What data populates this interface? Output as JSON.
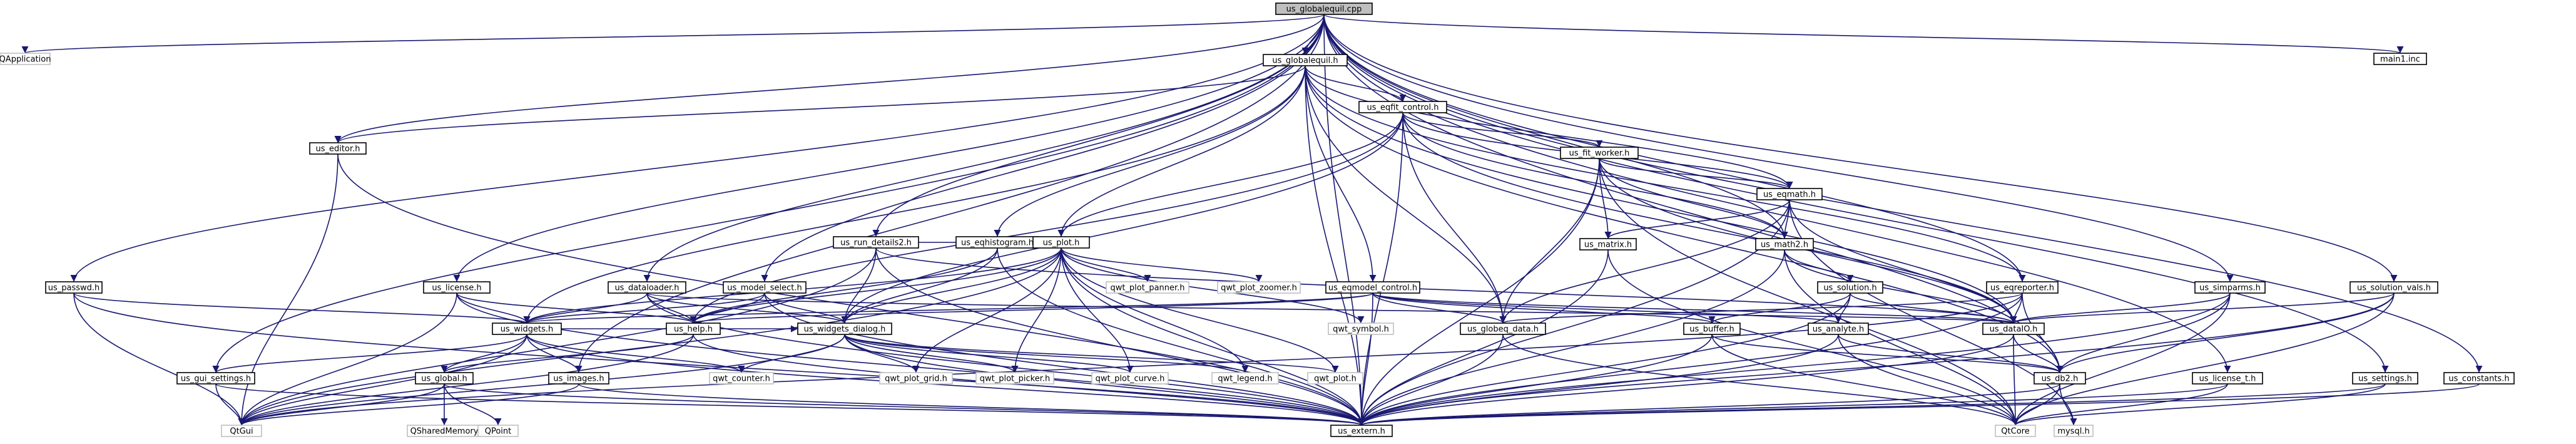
{
  "graph": {
    "edge_color": "#191970",
    "root_fill": "#bfbfbf",
    "external_border": "#bfbfbf",
    "nodes": [
      {
        "id": "root",
        "label": "us_globalequil.cpp",
        "kind": "root"
      },
      {
        "id": "QApplication",
        "label": "QApplication",
        "kind": "external"
      },
      {
        "id": "glob_h",
        "label": "us_globalequil.h",
        "kind": "linked"
      },
      {
        "id": "main1",
        "label": "main1.inc",
        "kind": "linked"
      },
      {
        "id": "editor",
        "label": "us_editor.h",
        "kind": "linked"
      },
      {
        "id": "eqfit",
        "label": "us_eqfit_control.h",
        "kind": "linked"
      },
      {
        "id": "fitworker",
        "label": "us_fit_worker.h",
        "kind": "linked"
      },
      {
        "id": "eqmath",
        "label": "us_eqmath.h",
        "kind": "linked"
      },
      {
        "id": "math2",
        "label": "us_math2.h",
        "kind": "linked"
      },
      {
        "id": "matrix",
        "label": "us_matrix.h",
        "kind": "linked"
      },
      {
        "id": "eqhisto",
        "label": "us_eqhistogram.h",
        "kind": "linked"
      },
      {
        "id": "rundet",
        "label": "us_run_details2.h",
        "kind": "linked"
      },
      {
        "id": "plot",
        "label": "us_plot.h",
        "kind": "linked"
      },
      {
        "id": "password",
        "label": "us_passwd.h",
        "kind": "linked"
      },
      {
        "id": "license",
        "label": "us_license.h",
        "kind": "linked"
      },
      {
        "id": "dataloader",
        "label": "us_dataloader.h",
        "kind": "linked"
      },
      {
        "id": "modelsel",
        "label": "us_model_select.h",
        "kind": "linked"
      },
      {
        "id": "eqmodel",
        "label": "us_eqmodel_control.h",
        "kind": "linked"
      },
      {
        "id": "solution",
        "label": "us_solution.h",
        "kind": "linked"
      },
      {
        "id": "eqreporter",
        "label": "us_eqreporter.h",
        "kind": "linked"
      },
      {
        "id": "simparms",
        "label": "us_simparms.h",
        "kind": "linked"
      },
      {
        "id": "solvals",
        "label": "us_solution_vals.h",
        "kind": "linked"
      },
      {
        "id": "widgets",
        "label": "us_widgets.h",
        "kind": "linked"
      },
      {
        "id": "help",
        "label": "us_help.h",
        "kind": "linked"
      },
      {
        "id": "wdialog",
        "label": "us_widgets_dialog.h",
        "kind": "linked"
      },
      {
        "id": "panner",
        "label": "qwt_plot_panner.h",
        "kind": "external"
      },
      {
        "id": "zoomer",
        "label": "qwt_plot_zoomer.h",
        "kind": "external"
      },
      {
        "id": "symbol",
        "label": "qwt_symbol.h",
        "kind": "external"
      },
      {
        "id": "globeq",
        "label": "us_globeq_data.h",
        "kind": "linked"
      },
      {
        "id": "buffer",
        "label": "us_buffer.h",
        "kind": "linked"
      },
      {
        "id": "analyte",
        "label": "us_analyte.h",
        "kind": "linked"
      },
      {
        "id": "dataIO",
        "label": "us_dataIO.h",
        "kind": "linked"
      },
      {
        "id": "guiset",
        "label": "us_gui_settings.h",
        "kind": "linked"
      },
      {
        "id": "global",
        "label": "us_global.h",
        "kind": "linked"
      },
      {
        "id": "images",
        "label": "us_images.h",
        "kind": "linked"
      },
      {
        "id": "counter",
        "label": "qwt_counter.h",
        "kind": "external"
      },
      {
        "id": "grid",
        "label": "qwt_plot_grid.h",
        "kind": "external"
      },
      {
        "id": "picker",
        "label": "qwt_plot_picker.h",
        "kind": "external"
      },
      {
        "id": "curve",
        "label": "qwt_plot_curve.h",
        "kind": "external"
      },
      {
        "id": "legend",
        "label": "qwt_legend.h",
        "kind": "external"
      },
      {
        "id": "qwtplot",
        "label": "qwt_plot.h",
        "kind": "external"
      },
      {
        "id": "db2",
        "label": "us_db2.h",
        "kind": "linked"
      },
      {
        "id": "licenset",
        "label": "us_license_t.h",
        "kind": "linked"
      },
      {
        "id": "settings",
        "label": "us_settings.h",
        "kind": "linked"
      },
      {
        "id": "constants",
        "label": "us_constants.h",
        "kind": "linked"
      },
      {
        "id": "QtGui",
        "label": "QtGui",
        "kind": "external"
      },
      {
        "id": "QShared",
        "label": "QSharedMemory",
        "kind": "external"
      },
      {
        "id": "QPoint",
        "label": "QPoint",
        "kind": "external"
      },
      {
        "id": "extern",
        "label": "us_extern.h",
        "kind": "linked"
      },
      {
        "id": "QtCore",
        "label": "QtCore",
        "kind": "external"
      },
      {
        "id": "mysql",
        "label": "mysql.h",
        "kind": "external"
      }
    ],
    "edges": [
      [
        "root",
        "QApplication"
      ],
      [
        "root",
        "glob_h"
      ],
      [
        "root",
        "main1"
      ],
      [
        "root",
        "editor"
      ],
      [
        "root",
        "password"
      ],
      [
        "root",
        "license"
      ],
      [
        "root",
        "rundet"
      ],
      [
        "root",
        "dataloader"
      ],
      [
        "root",
        "modelsel"
      ],
      [
        "root",
        "images"
      ],
      [
        "root",
        "guiset"
      ],
      [
        "root",
        "math2"
      ],
      [
        "root",
        "eqreporter"
      ],
      [
        "root",
        "simparms"
      ],
      [
        "root",
        "solvals"
      ],
      [
        "root",
        "db2"
      ],
      [
        "root",
        "licenset"
      ],
      [
        "root",
        "settings"
      ],
      [
        "root",
        "constants"
      ],
      [
        "root",
        "extern"
      ],
      [
        "glob_h",
        "editor"
      ],
      [
        "glob_h",
        "eqfit"
      ],
      [
        "glob_h",
        "eqhisto"
      ],
      [
        "glob_h",
        "plot"
      ],
      [
        "glob_h",
        "widgets"
      ],
      [
        "glob_h",
        "eqmath"
      ],
      [
        "glob_h",
        "globeq"
      ],
      [
        "glob_h",
        "eqreporter"
      ],
      [
        "glob_h",
        "dataIO"
      ],
      [
        "glob_h",
        "db2"
      ],
      [
        "glob_h",
        "extern"
      ],
      [
        "glob_h",
        "eqmodel"
      ],
      [
        "eqfit",
        "fitworker"
      ],
      [
        "eqfit",
        "eqmath"
      ],
      [
        "eqfit",
        "help"
      ],
      [
        "eqfit",
        "plot"
      ],
      [
        "eqfit",
        "globeq"
      ],
      [
        "eqfit",
        "dataIO"
      ],
      [
        "eqfit",
        "wdialog"
      ],
      [
        "eqfit",
        "extern"
      ],
      [
        "eqfit",
        "math2"
      ],
      [
        "fitworker",
        "eqmath"
      ],
      [
        "fitworker",
        "matrix"
      ],
      [
        "fitworker",
        "globeq"
      ],
      [
        "fitworker",
        "math2"
      ],
      [
        "fitworker",
        "extern"
      ],
      [
        "fitworker",
        "QtCore"
      ],
      [
        "fitworker",
        "dataIO"
      ],
      [
        "eqmath",
        "math2"
      ],
      [
        "eqmath",
        "matrix"
      ],
      [
        "eqmath",
        "globeq"
      ],
      [
        "eqmath",
        "dataIO"
      ],
      [
        "eqmath",
        "extern"
      ],
      [
        "eqmath",
        "mysql"
      ],
      [
        "math2",
        "solution"
      ],
      [
        "math2",
        "dataIO"
      ],
      [
        "math2",
        "extern"
      ],
      [
        "math2",
        "QtCore"
      ],
      [
        "matrix",
        "extern"
      ],
      [
        "matrix",
        "QtCore"
      ],
      [
        "editor",
        "QtGui"
      ],
      [
        "editor",
        "extern"
      ],
      [
        "eqhisto",
        "plot"
      ],
      [
        "eqhisto",
        "help"
      ],
      [
        "eqhisto",
        "wdialog"
      ],
      [
        "eqhisto",
        "extern"
      ],
      [
        "rundet",
        "plot"
      ],
      [
        "rundet",
        "wdialog"
      ],
      [
        "rundet",
        "dataIO"
      ],
      [
        "rundet",
        "extern"
      ],
      [
        "rundet",
        "QtGui"
      ],
      [
        "plot",
        "wdialog"
      ],
      [
        "plot",
        "panner"
      ],
      [
        "plot",
        "zoomer"
      ],
      [
        "plot",
        "symbol"
      ],
      [
        "plot",
        "grid"
      ],
      [
        "plot",
        "picker"
      ],
      [
        "plot",
        "curve"
      ],
      [
        "plot",
        "legend"
      ],
      [
        "plot",
        "qwtplot"
      ],
      [
        "plot",
        "help"
      ],
      [
        "plot",
        "extern"
      ],
      [
        "plot",
        "widgets"
      ],
      [
        "plot",
        "QtGui"
      ],
      [
        "password",
        "widgets"
      ],
      [
        "password",
        "QtGui"
      ],
      [
        "password",
        "extern"
      ],
      [
        "license",
        "widgets"
      ],
      [
        "license",
        "help"
      ],
      [
        "license",
        "extern"
      ],
      [
        "license",
        "QtGui"
      ],
      [
        "dataloader",
        "widgets"
      ],
      [
        "dataloader",
        "help"
      ],
      [
        "dataloader",
        "wdialog"
      ],
      [
        "dataloader",
        "dataIO"
      ],
      [
        "dataloader",
        "extern"
      ],
      [
        "modelsel",
        "widgets"
      ],
      [
        "modelsel",
        "help"
      ],
      [
        "modelsel",
        "wdialog"
      ],
      [
        "modelsel",
        "extern"
      ],
      [
        "eqmodel",
        "globeq"
      ],
      [
        "eqmodel",
        "buffer"
      ],
      [
        "eqmodel",
        "analyte"
      ],
      [
        "eqmodel",
        "help"
      ],
      [
        "eqmodel",
        "widgets"
      ],
      [
        "eqmodel",
        "dataIO"
      ],
      [
        "eqmodel",
        "extern"
      ],
      [
        "solution",
        "buffer"
      ],
      [
        "solution",
        "analyte"
      ],
      [
        "solution",
        "dataIO"
      ],
      [
        "solution",
        "extern"
      ],
      [
        "eqreporter",
        "globeq"
      ],
      [
        "eqreporter",
        "dataIO"
      ],
      [
        "eqreporter",
        "db2"
      ],
      [
        "eqreporter",
        "extern"
      ],
      [
        "eqreporter",
        "QtGui"
      ],
      [
        "simparms",
        "dataIO"
      ],
      [
        "simparms",
        "db2"
      ],
      [
        "simparms",
        "extern"
      ],
      [
        "simparms",
        "QtCore"
      ],
      [
        "solvals",
        "dataIO"
      ],
      [
        "solvals",
        "db2"
      ],
      [
        "solvals",
        "extern"
      ],
      [
        "solvals",
        "QtCore"
      ],
      [
        "widgets",
        "guiset"
      ],
      [
        "widgets",
        "global"
      ],
      [
        "widgets",
        "images"
      ],
      [
        "widgets",
        "counter"
      ],
      [
        "widgets",
        "wdialog"
      ],
      [
        "widgets",
        "QtGui"
      ],
      [
        "widgets",
        "extern"
      ],
      [
        "help",
        "global"
      ],
      [
        "help",
        "extern"
      ],
      [
        "help",
        "QtGui"
      ],
      [
        "wdialog",
        "counter"
      ],
      [
        "wdialog",
        "grid"
      ],
      [
        "wdialog",
        "picker"
      ],
      [
        "wdialog",
        "curve"
      ],
      [
        "wdialog",
        "legend"
      ],
      [
        "wdialog",
        "qwtplot"
      ],
      [
        "wdialog",
        "extern"
      ],
      [
        "wdialog",
        "QtGui"
      ],
      [
        "globeq",
        "extern"
      ],
      [
        "globeq",
        "QtCore"
      ],
      [
        "buffer",
        "db2"
      ],
      [
        "buffer",
        "extern"
      ],
      [
        "buffer",
        "QtCore"
      ],
      [
        "analyte",
        "db2"
      ],
      [
        "analyte",
        "extern"
      ],
      [
        "analyte",
        "QtCore"
      ],
      [
        "dataIO",
        "db2"
      ],
      [
        "dataIO",
        "extern"
      ],
      [
        "dataIO",
        "QtCore"
      ],
      [
        "guiset",
        "QtGui"
      ],
      [
        "guiset",
        "extern"
      ],
      [
        "global",
        "QShared"
      ],
      [
        "global",
        "QPoint"
      ],
      [
        "global",
        "extern"
      ],
      [
        "global",
        "QtGui"
      ],
      [
        "images",
        "extern"
      ],
      [
        "images",
        "QtGui"
      ],
      [
        "db2",
        "extern"
      ],
      [
        "db2",
        "QtCore"
      ],
      [
        "db2",
        "mysql"
      ],
      [
        "licenset",
        "extern"
      ],
      [
        "licenset",
        "QtCore"
      ],
      [
        "settings",
        "extern"
      ],
      [
        "settings",
        "QtCore"
      ],
      [
        "constants",
        "extern"
      ]
    ]
  }
}
